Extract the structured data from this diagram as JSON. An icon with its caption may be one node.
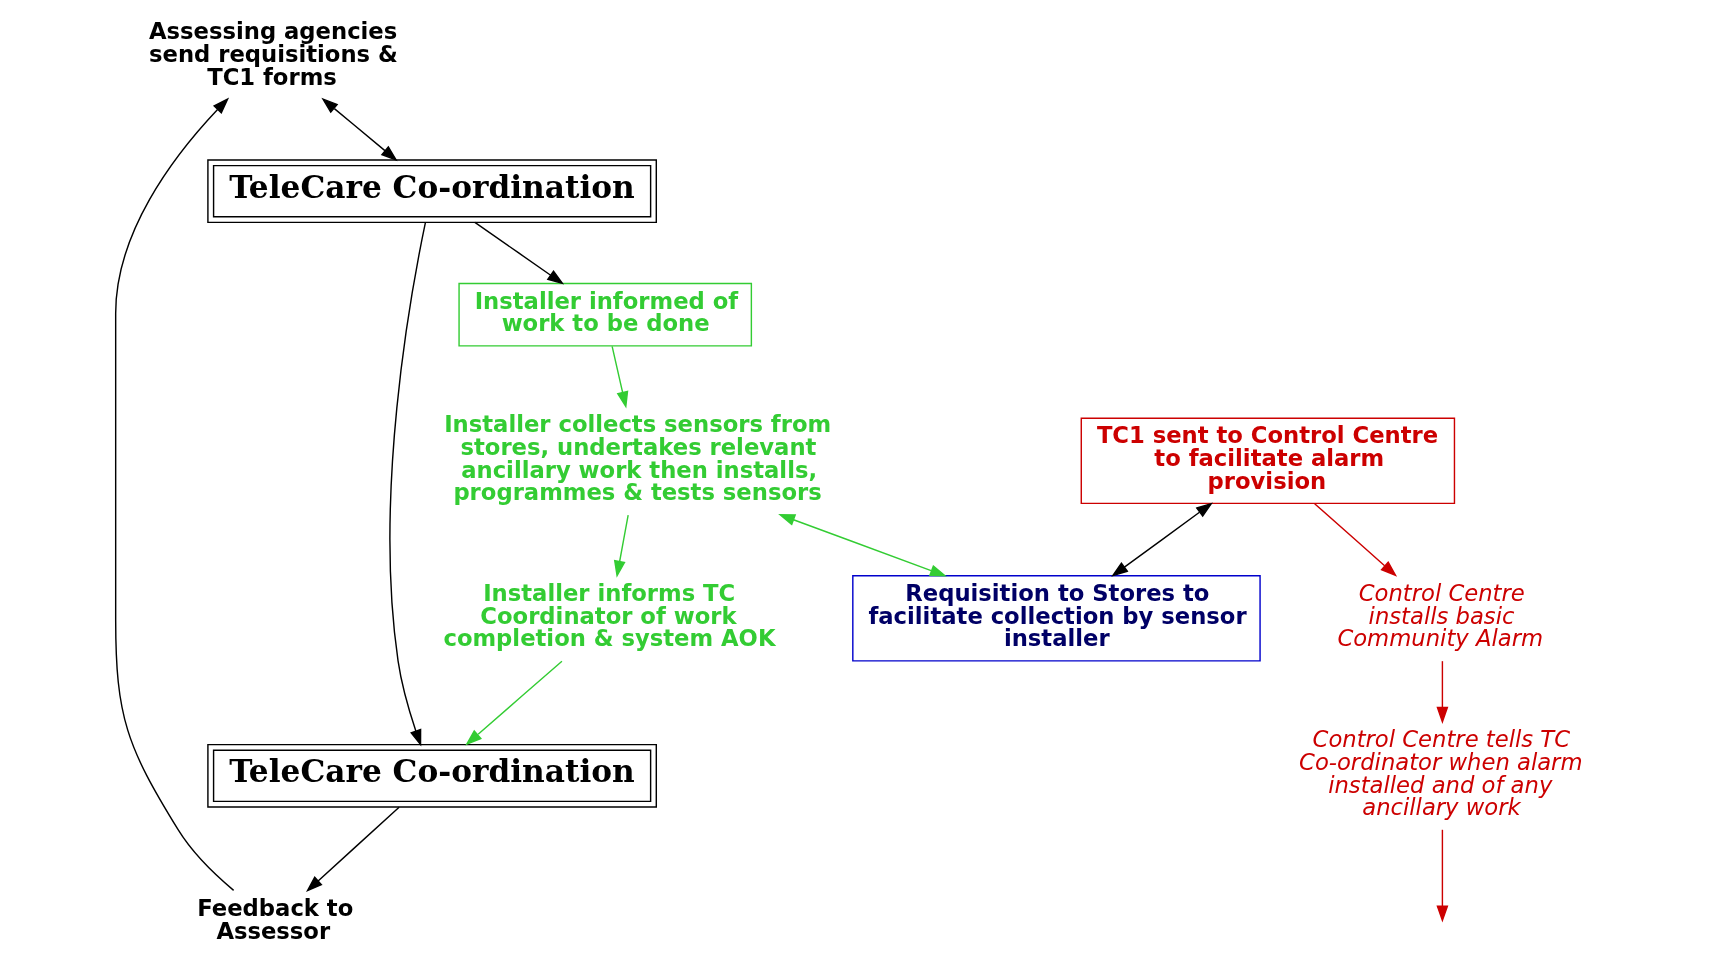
{
  "diagram": {
    "nodes": [
      {
        "text": [
          "Assessing agencies send requisitions & TC1 forms"
        ]
      },
      {
        "text": [
          "TeleCare Co-ordination"
        ]
      },
      {
        "text": [
          "TC1 sent to Control Centre to facilitate alarm provision"
        ]
      },
      {
        "text": [
          "Control Centre installs basic Community Alarm"
        ]
      },
      {
        "text": [
          "Control Centre tells TC Co-ordinator when alarm installed and of any ancillary work"
        ]
      },
      {
        "text": [
          "Requisition to Stores to facilitate collection by sensor installer"
        ]
      },
      {
        "text": [
          "Installer informed of work to be done"
        ]
      },
      {
        "text": [
          "Installer informs TC Coordinator of work completion & system AOK"
        ]
      },
      {
        "text": [
          "Installer collects sensors from stores, undertakes relevant ancillary work then installs, programmes & tests sensors"
        ]
      },
      {
        "text": [
          "Feedback to Assessor"
        ]
      },
      {
        "text": [
          "TeleCare Co-ordination"
        ]
      }
    ],
    "edges": [
      {
        "from": 0,
        "to": 1,
        "arrow": "both"
      },
      {
        "from": 2,
        "to": 5,
        "arrow": "both"
      },
      {
        "from": 2,
        "to": 3,
        "arrow": "to",
        "color": "#cc0000"
      },
      {
        "from": 3,
        "to": 4,
        "arrow": "to",
        "color": "#cc0000"
      },
      {
        "from": 4,
        "to": null,
        "arrow": "to",
        "color": "#cc0000"
      },
      {
        "from": 1,
        "to": 6,
        "arrow": "to"
      },
      {
        "from": 6,
        "to": 8,
        "arrow": "to",
        "color": "#33cc33"
      },
      {
        "from": 8,
        "to": 5,
        "arrow": "both",
        "color": "#33cc33"
      },
      {
        "from": 8,
        "to": 7,
        "arrow": "to",
        "color": "#33cc33"
      },
      {
        "from": 7,
        "to": 10,
        "arrow": "to",
        "color": "#33cc33"
      },
      {
        "from": 1,
        "to": 10,
        "arrow": "to"
      },
      {
        "from": 10,
        "to": 9,
        "arrow": "to"
      },
      {
        "from": 9,
        "to": 0,
        "arrow": "to"
      }
    ]
  }
}
